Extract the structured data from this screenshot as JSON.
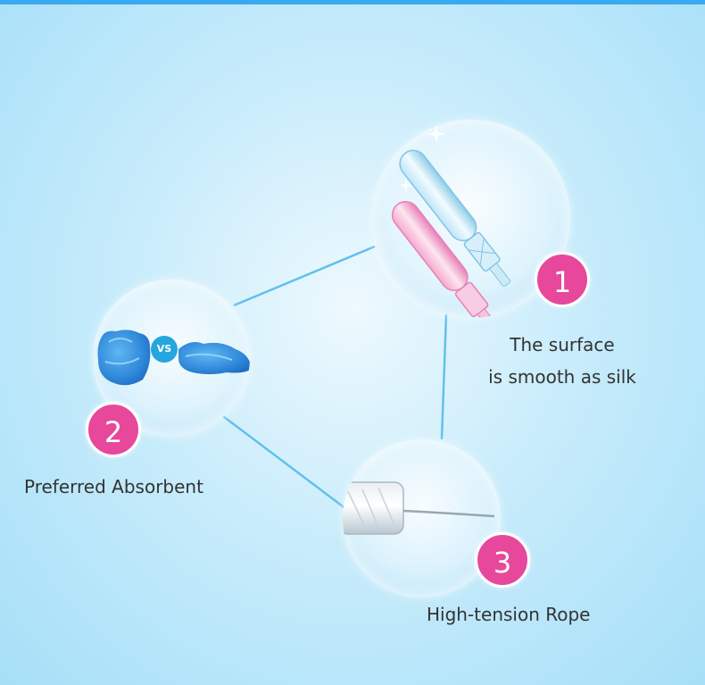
{
  "features": [
    {
      "number": "1",
      "caption_line_1": "The surface",
      "caption_line_2": "is smooth as silk",
      "icon": "tampon-applicator-icon"
    },
    {
      "number": "2",
      "caption": "Preferred Absorbent",
      "icon": "absorbent-core-icon",
      "vs_label": "VS"
    },
    {
      "number": "3",
      "caption": "High-tension Rope",
      "icon": "string-rope-icon"
    }
  ],
  "colors": {
    "badge": "#e7489b",
    "connector": "#62c0ee",
    "vs_badge": "#25a6df",
    "top_band": "#39aaf0",
    "caption_text": "#333333"
  }
}
